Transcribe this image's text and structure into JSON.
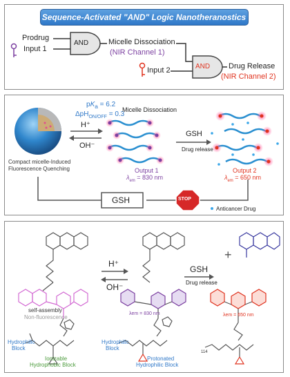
{
  "panel1": {
    "banner": "Sequence-Activated \"AND\" Logic Nanotheranostics",
    "prodrug": "Prodrug",
    "input1": "Input 1",
    "gate1": "AND",
    "micelle_dissociation": "Micelle Dissociation",
    "nir1": "(NIR Channel 1)",
    "input2": "Input 2",
    "gate2": "AND",
    "drug_release": "Drug Release",
    "nir2": "(NIR Channel 2)",
    "colors": {
      "purple": "#7b3fa0",
      "red": "#e0331f",
      "banner": "#3a86d4"
    }
  },
  "panel2": {
    "pka_prefix": "p",
    "pka_k": "K",
    "pka_sub": "a",
    "pka_value": " = 6.2",
    "dph_prefix": "ΔpH",
    "dph_sub": "ON/OFF",
    "dph_value": " = 0.3",
    "h_plus": "H⁺",
    "oh_minus": "OH⁻",
    "micelle_dissociation": "Micelle Dissociation",
    "gsh": "GSH",
    "drug_release": "Drug release",
    "compact_line1": "Compact micelle-Induced",
    "compact_line2": "Fluorescence Quenching",
    "output1": "Output 1",
    "output1_lambda": "λ",
    "output1_em": "em",
    "output1_value": " = 830 nm",
    "output2": "Output 2",
    "output2_lambda": "λ",
    "output2_em": "em",
    "output2_value": " = 650 nm",
    "gsh_box": "GSH",
    "stop": "STOP",
    "anticancer": "Anticancer Drug"
  },
  "panel3": {
    "h_plus": "H⁺",
    "oh_minus": "OH⁻",
    "gsh": "GSH",
    "drug_release": "Drug release",
    "plus": "+",
    "self_assembly": "self-assembly",
    "non_fluorescence": "Non-fluorescence",
    "lambda_830": "λem = 830 nm",
    "lambda_650": "λem = 650 nm",
    "hydrophilic1_line1": "Hydrophilic",
    "hydrophilic1_line2": "Block",
    "ionizable_line1": "Ionizable",
    "ionizable_line2": "Hydrophobic Block",
    "hydrophilic2_line1": "Hydrophilic",
    "hydrophilic2_line2": "Block",
    "protonated_line1": "Protonated",
    "protonated_line2": "Hydrophilic Block",
    "n_label": "n",
    "sub_114": "114"
  }
}
